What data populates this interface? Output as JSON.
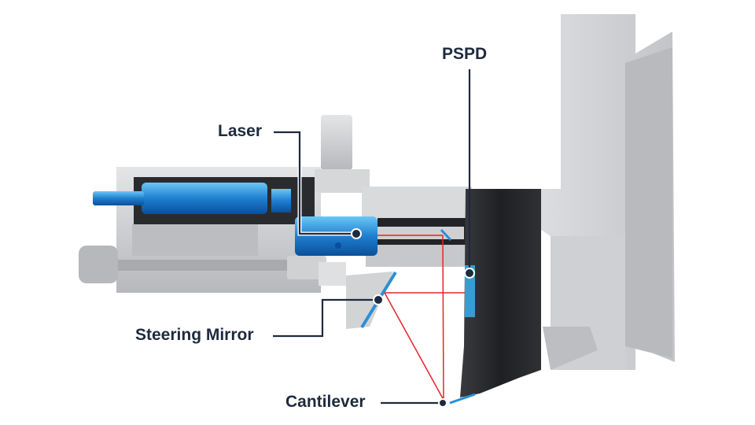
{
  "labels": {
    "laser": "Laser",
    "pspd": "PSPD",
    "steering_mirror": "Steering Mirror",
    "cantilever": "Cantilever"
  },
  "colors": {
    "label": "#1e2a3d",
    "laser_beam": "#e8232a",
    "blue_parts": "#2a8fd6",
    "housing": "#c9cacc",
    "dark_plate": "#2b2c2f"
  }
}
